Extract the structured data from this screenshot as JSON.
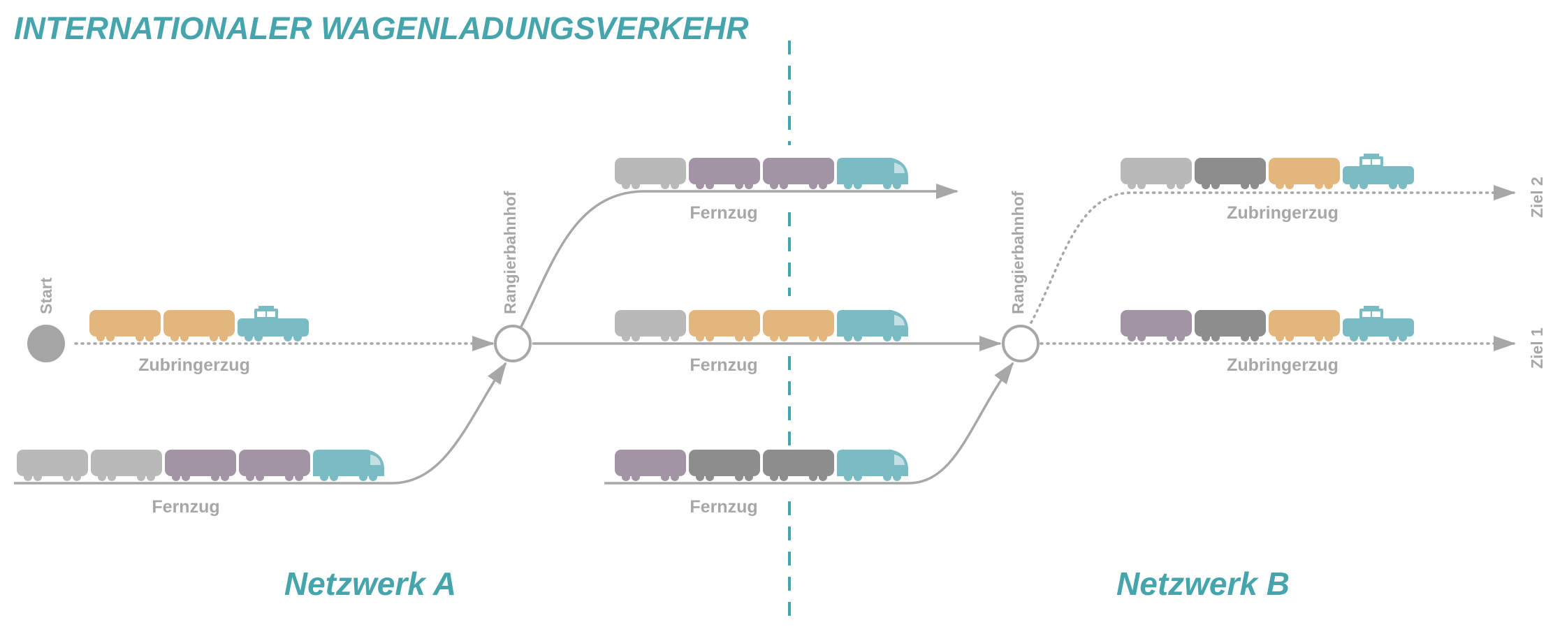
{
  "title": "INTERNATIONALER WAGENLADUNGSVERKEHR",
  "networks": {
    "a": "Netzwerk A",
    "b": "Netzwerk B"
  },
  "nodes": {
    "start": "Start",
    "yard_a": "Rangierbahnhof",
    "yard_b": "Rangierbahnhof",
    "dest_1": "Ziel 1",
    "dest_2": "Ziel 2"
  },
  "trains": {
    "a_feeder": {
      "label": "Zubringerzug",
      "wagons": [
        "orange",
        "orange"
      ],
      "loco": "shunter"
    },
    "a_long": {
      "label": "Fernzug",
      "wagons": [
        "lightgray",
        "lightgray",
        "purple",
        "purple"
      ],
      "loco": "electric"
    },
    "x_top": {
      "label": "Fernzug",
      "wagons": [
        "lightgray",
        "purple",
        "purple"
      ],
      "loco": "electric"
    },
    "x_mid": {
      "label": "Fernzug",
      "wagons": [
        "lightgray",
        "orange",
        "orange"
      ],
      "loco": "electric"
    },
    "x_bot": {
      "label": "Fernzug",
      "wagons": [
        "purple",
        "darkgray",
        "darkgray"
      ],
      "loco": "electric"
    },
    "b_top": {
      "label": "Zubringerzug",
      "wagons": [
        "lightgray",
        "darkgray",
        "orange"
      ],
      "loco": "shunter"
    },
    "b_bot": {
      "label": "Zubringerzug",
      "wagons": [
        "purple",
        "darkgray",
        "orange"
      ],
      "loco": "shunter"
    }
  },
  "colors": {
    "accent": "#46a5ac",
    "track": "#a7a7a7",
    "lightgray": "#b9b9b9",
    "darkgray": "#8d8d8d",
    "purple": "#a294a5",
    "orange": "#e3b67e",
    "loco": "#7bbcc4",
    "start_dot": "#a5a5a5"
  }
}
